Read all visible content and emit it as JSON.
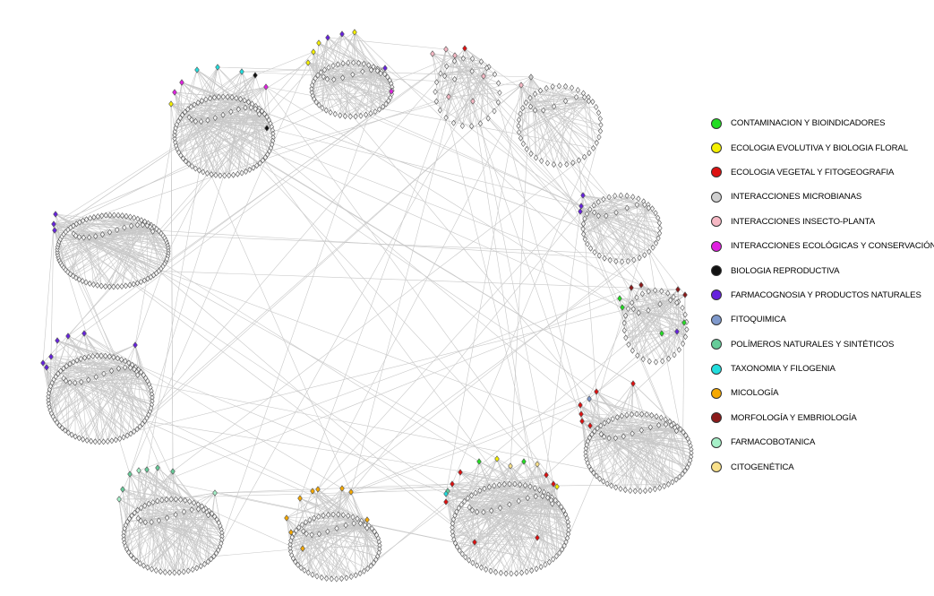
{
  "legend": {
    "items": [
      {
        "label": "CONTAMINACION Y BIOINDICADORES",
        "color": "#22dd22"
      },
      {
        "label": "ECOLOGIA EVOLUTIVA Y BIOLOGIA FLORAL",
        "color": "#f5f000"
      },
      {
        "label": "ECOLOGIA VEGETAL Y FITOGEOGRAFIA",
        "color": "#dd1111"
      },
      {
        "label": "INTERACCIONES MICROBIANAS",
        "color": "#d0d0d0"
      },
      {
        "label": "INTERACCIONES INSECTO-PLANTA",
        "color": "#f6b8c4"
      },
      {
        "label": "INTERACCIONES ECOLÓGICAS Y CONSERVACIÓN",
        "color": "#e020e0"
      },
      {
        "label": "BIOLOGIA REPRODUCTIVA",
        "color": "#111111"
      },
      {
        "label": "FARMACOGNOSIA Y PRODUCTOS NATURALES",
        "color": "#6622dd"
      },
      {
        "label": "FITOQUIMICA",
        "color": "#7f99cc"
      },
      {
        "label": "POLÍMEROS NATURALES Y SINTÉTICOS",
        "color": "#66cc99"
      },
      {
        "label": "TAXONOMIA Y FILOGENIA",
        "color": "#22dddd"
      },
      {
        "label": "MICOLOGÍA",
        "color": "#f5a800"
      },
      {
        "label": "MORFOLOGÍA Y EMBRIOLOGÍA",
        "color": "#8b1a1a"
      },
      {
        "label": "FARMACOBOTANICA",
        "color": "#a6f0c8"
      },
      {
        "label": "CITOGENÉTICA",
        "color": "#f8e08a"
      }
    ]
  },
  "network": {
    "edge_color": "#c8c8c8",
    "node_fill": "#f4f4f4",
    "node_stroke": "#555555"
  }
}
